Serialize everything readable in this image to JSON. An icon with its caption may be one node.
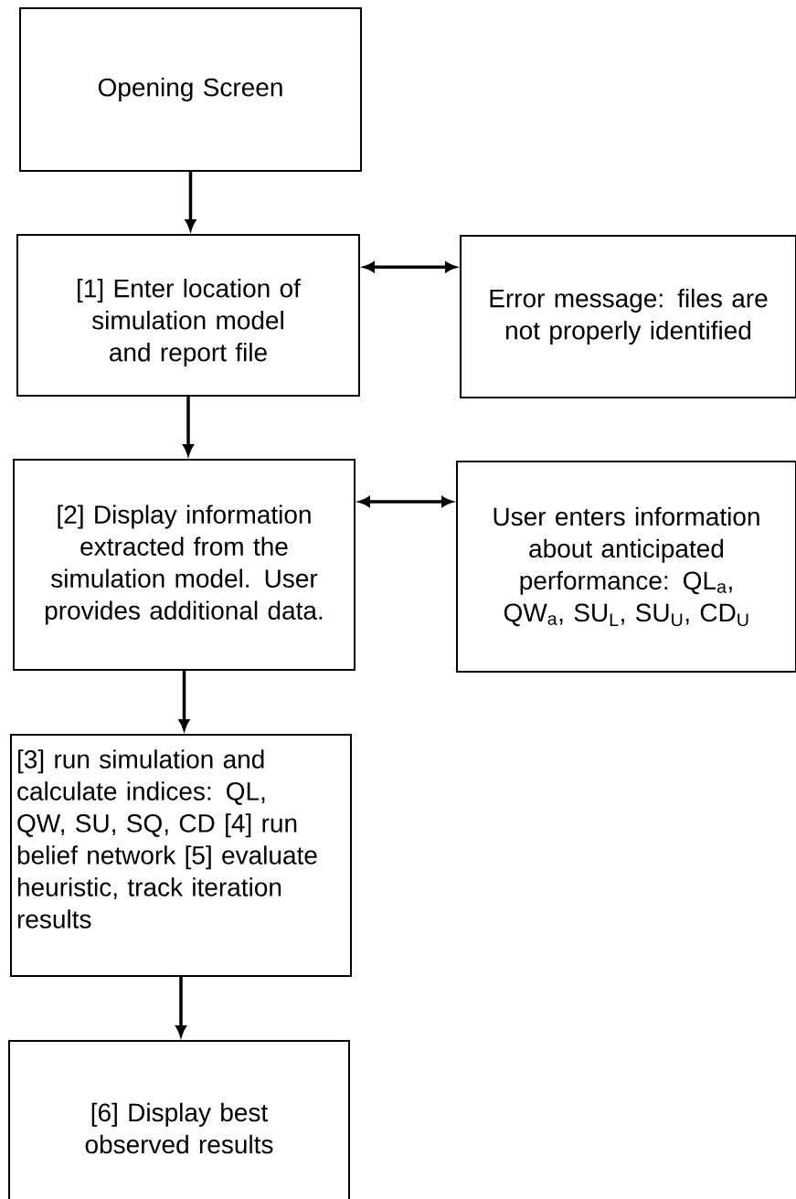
{
  "diagram": {
    "nodes": [
      {
        "text": [
          "Opening Screen"
        ]
      },
      {
        "text": [
          "[1] Enter location of simulation model and report file"
        ]
      },
      {
        "text": [
          "Error message: files are not properly identified"
        ]
      },
      {
        "text": [
          "[2] Display information extracted from the simulation model. User provides additional data."
        ]
      },
      {
        "text": [
          "User enters information about anticipated performance: QL$_{a}$, QW$_{a}$, SU$_{L}$, SU$_{U}$, CD$_{U}$"
        ]
      },
      {
        "text": [
          "[3] run simulation and calculate indices: QL, QW, SU, SQ, CD [4] run belief network [5] evaluate heuristic, track iteration results"
        ]
      },
      {
        "text": [
          "[6] Display best observed results"
        ]
      }
    ],
    "edges": [
      {
        "from": 0,
        "to": 1,
        "arrow": "to"
      },
      {
        "from": 1,
        "to": 2,
        "arrow": "both"
      },
      {
        "from": 1,
        "to": 3,
        "arrow": "to"
      },
      {
        "from": 3,
        "to": 4,
        "arrow": "both"
      },
      {
        "from": 3,
        "to": 5,
        "arrow": "to"
      },
      {
        "from": 5,
        "to": 6,
        "arrow": "to"
      }
    ]
  }
}
